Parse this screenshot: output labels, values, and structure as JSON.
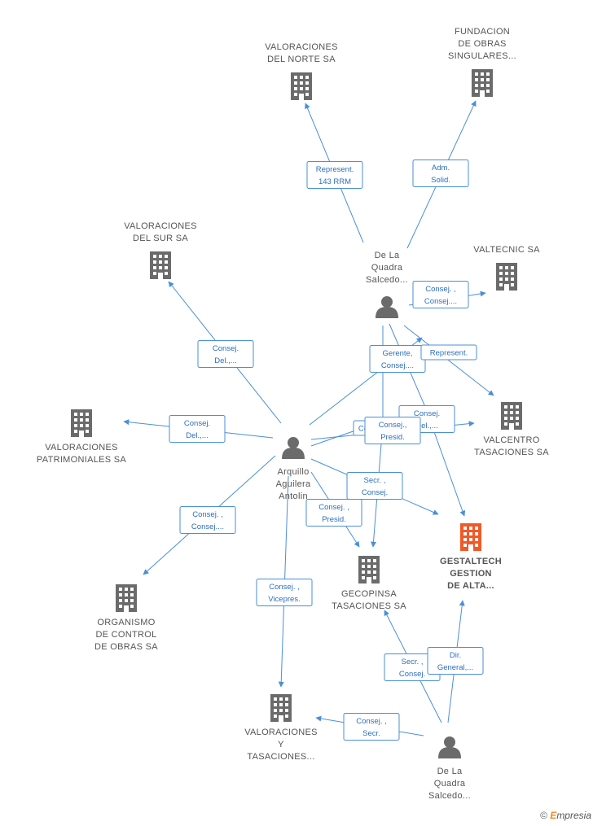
{
  "colors": {
    "edge": "#4a8fd8",
    "node": "#6b6b6b",
    "highlight": "#f05a28"
  },
  "nodes": [
    {
      "id": "vnorte",
      "kind": "company",
      "lines": [
        "VALORACIONES",
        "DEL NORTE SA"
      ]
    },
    {
      "id": "fundacion",
      "kind": "company",
      "lines": [
        "FUNDACION",
        "DE OBRAS",
        "SINGULARES..."
      ]
    },
    {
      "id": "vsur",
      "kind": "company",
      "lines": [
        "VALORACIONES",
        "DEL SUR SA"
      ]
    },
    {
      "id": "valtecnic",
      "kind": "company",
      "lines": [
        "VALTECNIC SA"
      ]
    },
    {
      "id": "quadra1",
      "kind": "person",
      "lines": [
        "De La",
        "Quadra",
        "Salcedo..."
      ]
    },
    {
      "id": "vpatrim",
      "kind": "company",
      "lines": [
        "VALORACIONES",
        "PATRIMONIALES SA"
      ]
    },
    {
      "id": "valcentro",
      "kind": "company",
      "lines": [
        "VALCENTRO",
        "TASACIONES SA"
      ]
    },
    {
      "id": "arquillo",
      "kind": "person",
      "lines": [
        "Arquillo",
        "Aguilera",
        "Antolin"
      ]
    },
    {
      "id": "gestaltech",
      "kind": "company-highlight",
      "lines": [
        "GESTALTECH",
        "GESTION",
        "DE ALTA..."
      ]
    },
    {
      "id": "gecopinsa",
      "kind": "company",
      "lines": [
        "GECOPINSA",
        "TASACIONES SA"
      ]
    },
    {
      "id": "organismo",
      "kind": "company",
      "lines": [
        "ORGANISMO",
        "DE CONTROL",
        "DE OBRAS SA"
      ]
    },
    {
      "id": "vytas",
      "kind": "company",
      "lines": [
        "VALORACIONES",
        "Y",
        "TASACIONES..."
      ]
    },
    {
      "id": "quadra2",
      "kind": "person",
      "lines": [
        "De La",
        "Quadra",
        "Salcedo..."
      ]
    }
  ],
  "edges": [
    {
      "lines": [
        "Represent.",
        "143 RRM"
      ]
    },
    {
      "lines": [
        "Adm.",
        "Solid."
      ]
    },
    {
      "lines": [
        "Consej. ,",
        "Consej...."
      ]
    },
    {
      "lines": [
        "Consej.",
        "Del.,..."
      ]
    },
    {
      "lines": [
        "Gerente,",
        "Consej...."
      ]
    },
    {
      "lines": [
        "Represent."
      ]
    },
    {
      "lines": [
        "Consej.",
        "Del.,..."
      ]
    },
    {
      "lines": [
        "Consej.",
        "Del.,..."
      ]
    },
    {
      "lines": [
        "Ce"
      ]
    },
    {
      "lines": [
        "Consej.,",
        "Presid."
      ]
    },
    {
      "lines": [
        "Secr. ,",
        "Consej."
      ]
    },
    {
      "lines": [
        "Consej. ,",
        "Presid."
      ]
    },
    {
      "lines": [
        "Consej. ,",
        "Consej...."
      ]
    },
    {
      "lines": [
        "Consej. ,",
        "Vicepres."
      ]
    },
    {
      "lines": [
        "Secr. ,",
        "Consej."
      ]
    },
    {
      "lines": [
        "Dir.",
        "General,..."
      ]
    },
    {
      "lines": [
        "Consej. ,",
        "Secr."
      ]
    }
  ],
  "brand": {
    "symbol": "©",
    "first": "E",
    "rest": "mpresia"
  }
}
